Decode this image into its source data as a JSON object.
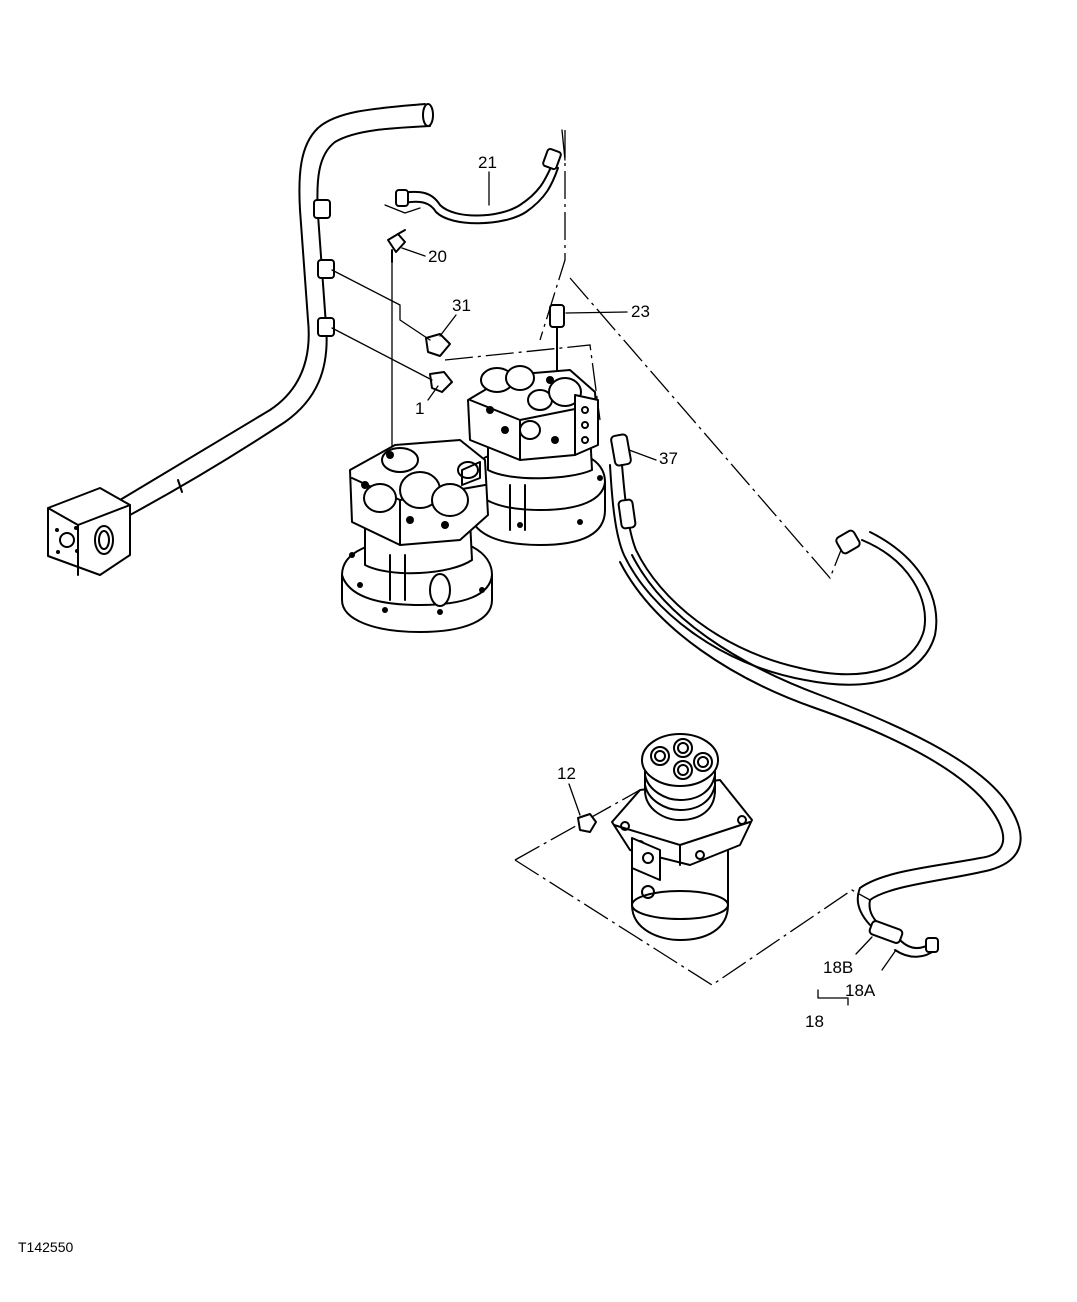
{
  "diagram": {
    "callouts": {
      "c21": "21",
      "c20": "20",
      "c31": "31",
      "c23": "23",
      "c1": "1",
      "c37": "37",
      "c12": "12",
      "c18B": "18B",
      "c18A": "18A",
      "c18": "18"
    },
    "figure_id": "T142550"
  }
}
